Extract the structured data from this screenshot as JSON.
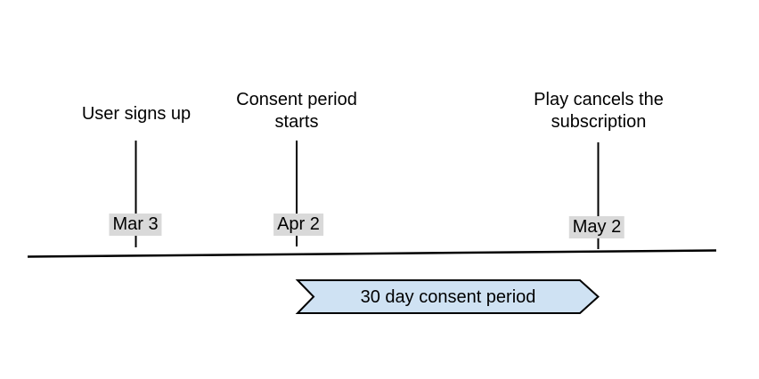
{
  "timeline": {
    "events": [
      {
        "title": "User signs up",
        "date": "Mar 3"
      },
      {
        "title": "Consent period\nstarts",
        "date": "Apr 2"
      },
      {
        "title": "Play cancels the\nsubscription",
        "date": "May 2"
      }
    ],
    "period_banner": {
      "label": "30 day consent period"
    }
  },
  "colors": {
    "banner_fill": "#cfe2f3",
    "banner_border": "#000000",
    "date_chip_bg": "#d9d9d9",
    "line": "#000000",
    "text": "#000000",
    "background": "#ffffff"
  }
}
